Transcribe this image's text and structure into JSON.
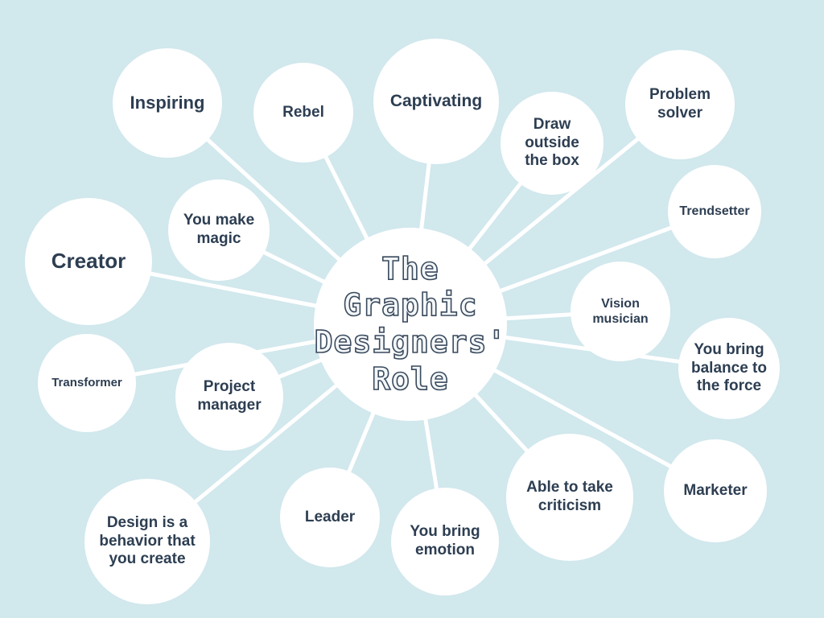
{
  "center": {
    "title": "The\nGraphic\nDesigners'\nRole"
  },
  "nodes": [
    {
      "id": "inspiring",
      "label": "Inspiring"
    },
    {
      "id": "rebel",
      "label": "Rebel"
    },
    {
      "id": "captivating",
      "label": "Captivating"
    },
    {
      "id": "draw-outside-the-box",
      "label": "Draw\noutside\nthe box"
    },
    {
      "id": "problem-solver",
      "label": "Problem\nsolver"
    },
    {
      "id": "trendsetter",
      "label": "Trendsetter"
    },
    {
      "id": "you-make-magic",
      "label": "You make\nmagic"
    },
    {
      "id": "creator",
      "label": "Creator"
    },
    {
      "id": "vision-musician",
      "label": "Vision\nmusician"
    },
    {
      "id": "transformer",
      "label": "Transformer"
    },
    {
      "id": "you-bring-balance",
      "label": "You bring\nbalance to\nthe force"
    },
    {
      "id": "project-manager",
      "label": "Project\nmanager"
    },
    {
      "id": "marketer",
      "label": "Marketer"
    },
    {
      "id": "able-to-take-criticism",
      "label": "Able to take\ncriticism"
    },
    {
      "id": "design-is-a-behavior",
      "label": "Design is a\nbehavior that\nyou create"
    },
    {
      "id": "leader",
      "label": "Leader"
    },
    {
      "id": "you-bring-emotion",
      "label": "You bring\nemotion"
    }
  ]
}
